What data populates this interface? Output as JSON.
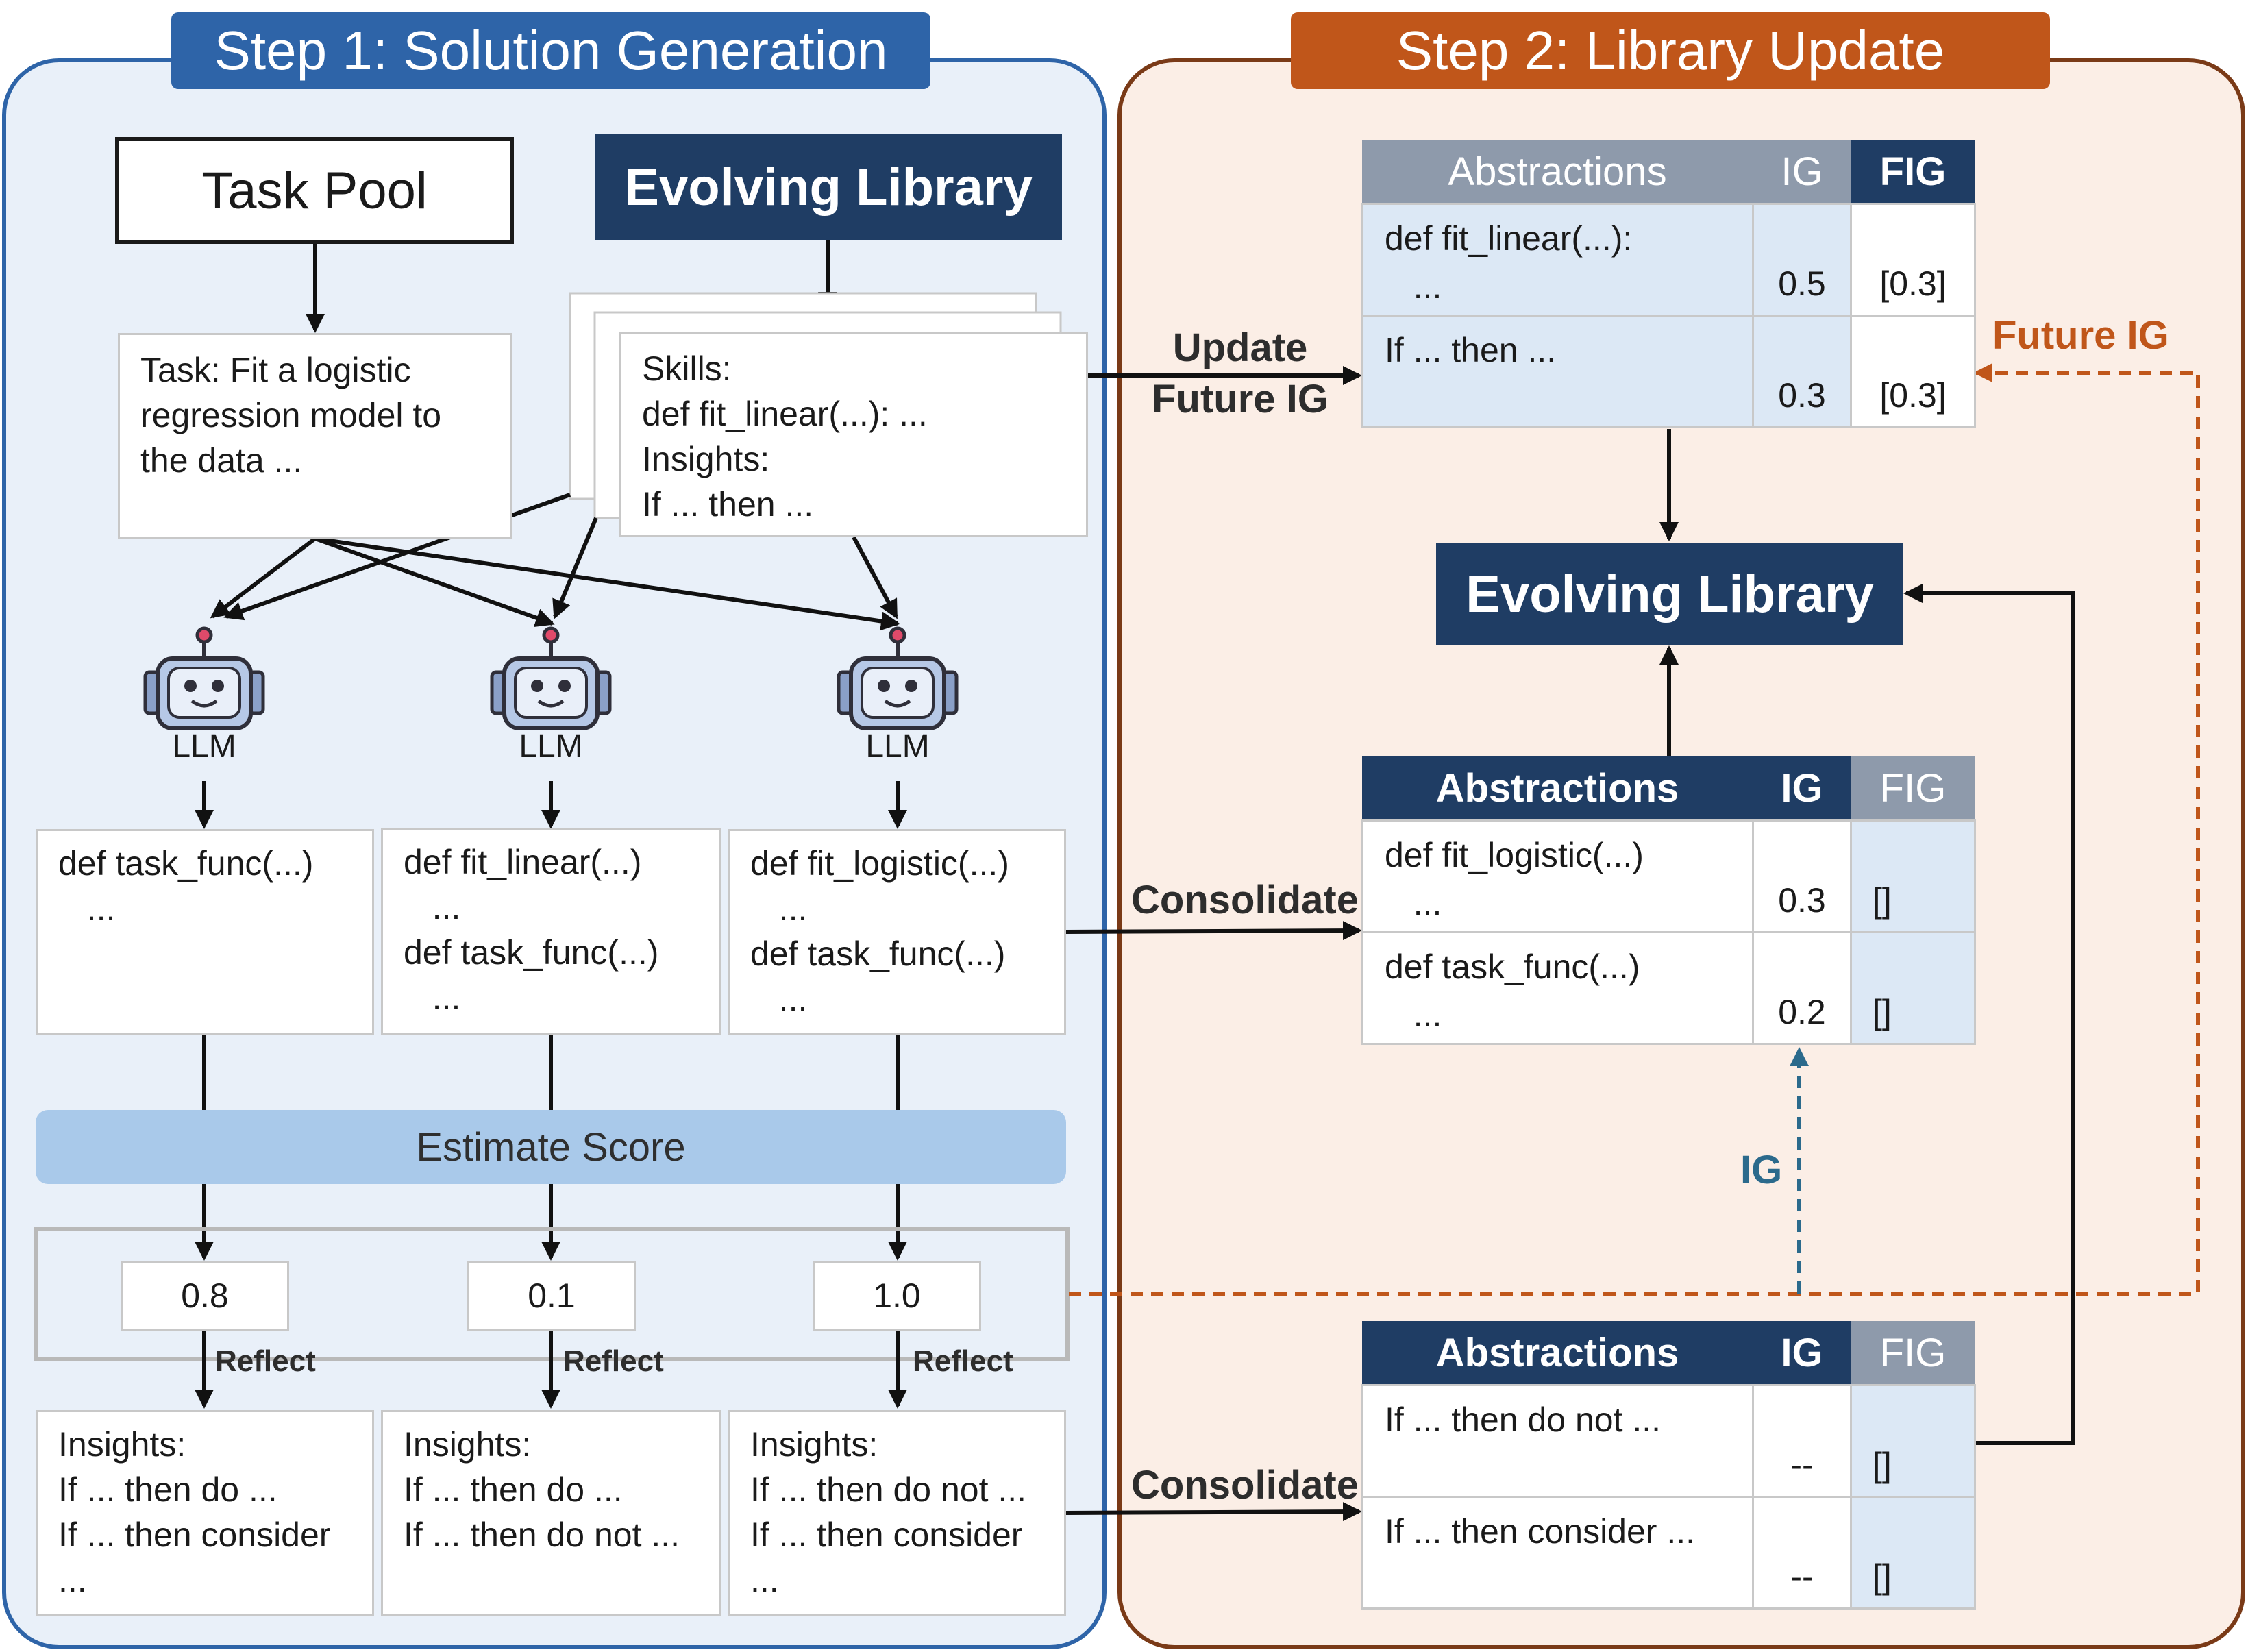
{
  "step1": {
    "title": "Step 1: Solution Generation",
    "task_pool": "Task Pool",
    "evolving_library": "Evolving Library",
    "task_box": "Task: Fit a logistic\nregression model to\nthe data ...",
    "library_box": "Skills:\ndef fit_linear(...): ...\nInsights:\nIf ... then ...",
    "llm_labels": [
      "LLM",
      "LLM",
      "LLM"
    ],
    "code_boxes": [
      "def task_func(...)\n   ...",
      "def fit_linear(...)\n   ...\ndef task_func(...)\n   ...",
      "def fit_logistic(...)\n   ...\ndef task_func(...)\n   ..."
    ],
    "estimate_score": "Estimate Score",
    "scores": [
      "0.8",
      "0.1",
      "1.0"
    ],
    "reflect_labels": [
      "Reflect",
      "Reflect",
      "Reflect"
    ],
    "insight_boxes": [
      "Insights:\nIf ... then do ...\nIf ... then consider\n...",
      "Insights:\nIf ... then do ...\nIf ... then do not ...",
      "Insights:\nIf ... then do not ...\nIf ... then consider\n..."
    ]
  },
  "step2": {
    "title": "Step 2: Library Update",
    "evolving_library": "Evolving Library",
    "update_label": "Update\nFuture IG",
    "consolidate_labels": [
      "Consolidate",
      "Consolidate"
    ],
    "future_ig_label": "Future IG",
    "ig_label": "IG",
    "headers": {
      "abstractions": "Abstractions",
      "ig": "IG",
      "fig": "FIG"
    },
    "top_table": [
      {
        "abstraction": "def fit_linear(...):\n   ...",
        "ig": "0.5",
        "fig": "[0.3]"
      },
      {
        "abstraction": "If ... then ...",
        "ig": "0.3",
        "fig": "[0.3]"
      }
    ],
    "mid_table": [
      {
        "abstraction": "def fit_logistic(...)\n   ...",
        "ig": "0.3",
        "fig": "[]"
      },
      {
        "abstraction": "def task_func(...)\n   ...",
        "ig": "0.2",
        "fig": "[]"
      }
    ],
    "bottom_table": [
      {
        "abstraction": "If ... then do not ...",
        "ig": "--",
        "fig": "[]"
      },
      {
        "abstraction": "If ... then consider ...",
        "ig": "--",
        "fig": "[]"
      }
    ]
  },
  "colors": {
    "step1_accent": "#2e64a8",
    "step2_accent": "#c0561a",
    "library_navy": "#1f3d64",
    "header_grey": "#8e9aab",
    "estimate_blue": "#a9c9ea",
    "ig_arrow": "#2b6a8c"
  }
}
